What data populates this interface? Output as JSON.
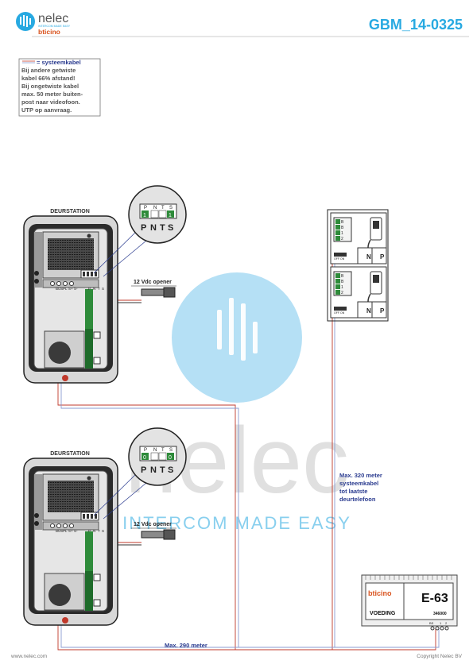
{
  "header": {
    "logo_name": "nelec",
    "logo_sub": "INTERCOM MADE EASY",
    "brand": "bticino",
    "doc_code": "GBM_14-0325"
  },
  "legend": {
    "title": "= systeemkabel",
    "lines": [
      "Bij andere getwiste",
      "kabel 66% afstand!",
      "Bij ongetwiste kabel",
      "max. 50 meter buiten-",
      "post naar videofoon.",
      "UTP op aanvraag."
    ]
  },
  "door_stations": [
    {
      "label": "DEURSTATION",
      "terminals": [
        "BUS",
        "PL",
        "S+",
        "S-"
      ],
      "switch_header": [
        "P",
        "N",
        "T",
        "S"
      ],
      "switch_values": [
        "1",
        "",
        "",
        "1"
      ],
      "zoom_labels": [
        "P",
        "N",
        "T",
        "S"
      ],
      "opener": "12 Vdc opener",
      "opener_terms": [
        "P",
        "N",
        "T",
        "S"
      ]
    },
    {
      "label": "DEURSTATION",
      "terminals": [
        "BUS",
        "PL",
        "S+",
        "S-"
      ],
      "switch_header": [
        "P",
        "N",
        "T",
        "S"
      ],
      "switch_values": [
        "0",
        "",
        "",
        "0"
      ],
      "zoom_labels": [
        "P",
        "N",
        "T",
        "S"
      ],
      "opener": "12 Vdc opener",
      "opener_terms": [
        "P",
        "N",
        "T",
        "S"
      ]
    }
  ],
  "handsets": [
    {
      "terminals": [
        "B",
        "B",
        "1",
        "2"
      ],
      "np": [
        "N",
        "P"
      ],
      "switch_label": "OFF ON"
    },
    {
      "terminals": [
        "B",
        "B",
        "1",
        "2"
      ],
      "np": [
        "N",
        "P"
      ],
      "switch_label": "OFF ON"
    }
  ],
  "notes": {
    "max320": [
      "Max. 320 meter",
      "systeemkabel",
      "tot laatste",
      "deurtelefoon"
    ],
    "max290": "Max. 290 meter"
  },
  "power_supply": {
    "brand": "bticino",
    "model": "E-63",
    "label": "VOEDING",
    "code": "346000",
    "terms": [
      "BS",
      "1",
      "2"
    ]
  },
  "watermark": {
    "word": "nelec",
    "tagline": "INTERCOM MADE EASY"
  },
  "footer": {
    "left": "www.nelec.com",
    "right": "Copyright Nelec BV"
  },
  "colors": {
    "accent": "#27a9e1",
    "cable_red": "#c0392b",
    "cable_blue": "#8a9bd0",
    "green": "#2e8b3a",
    "note_blue": "#2a3b8f"
  }
}
